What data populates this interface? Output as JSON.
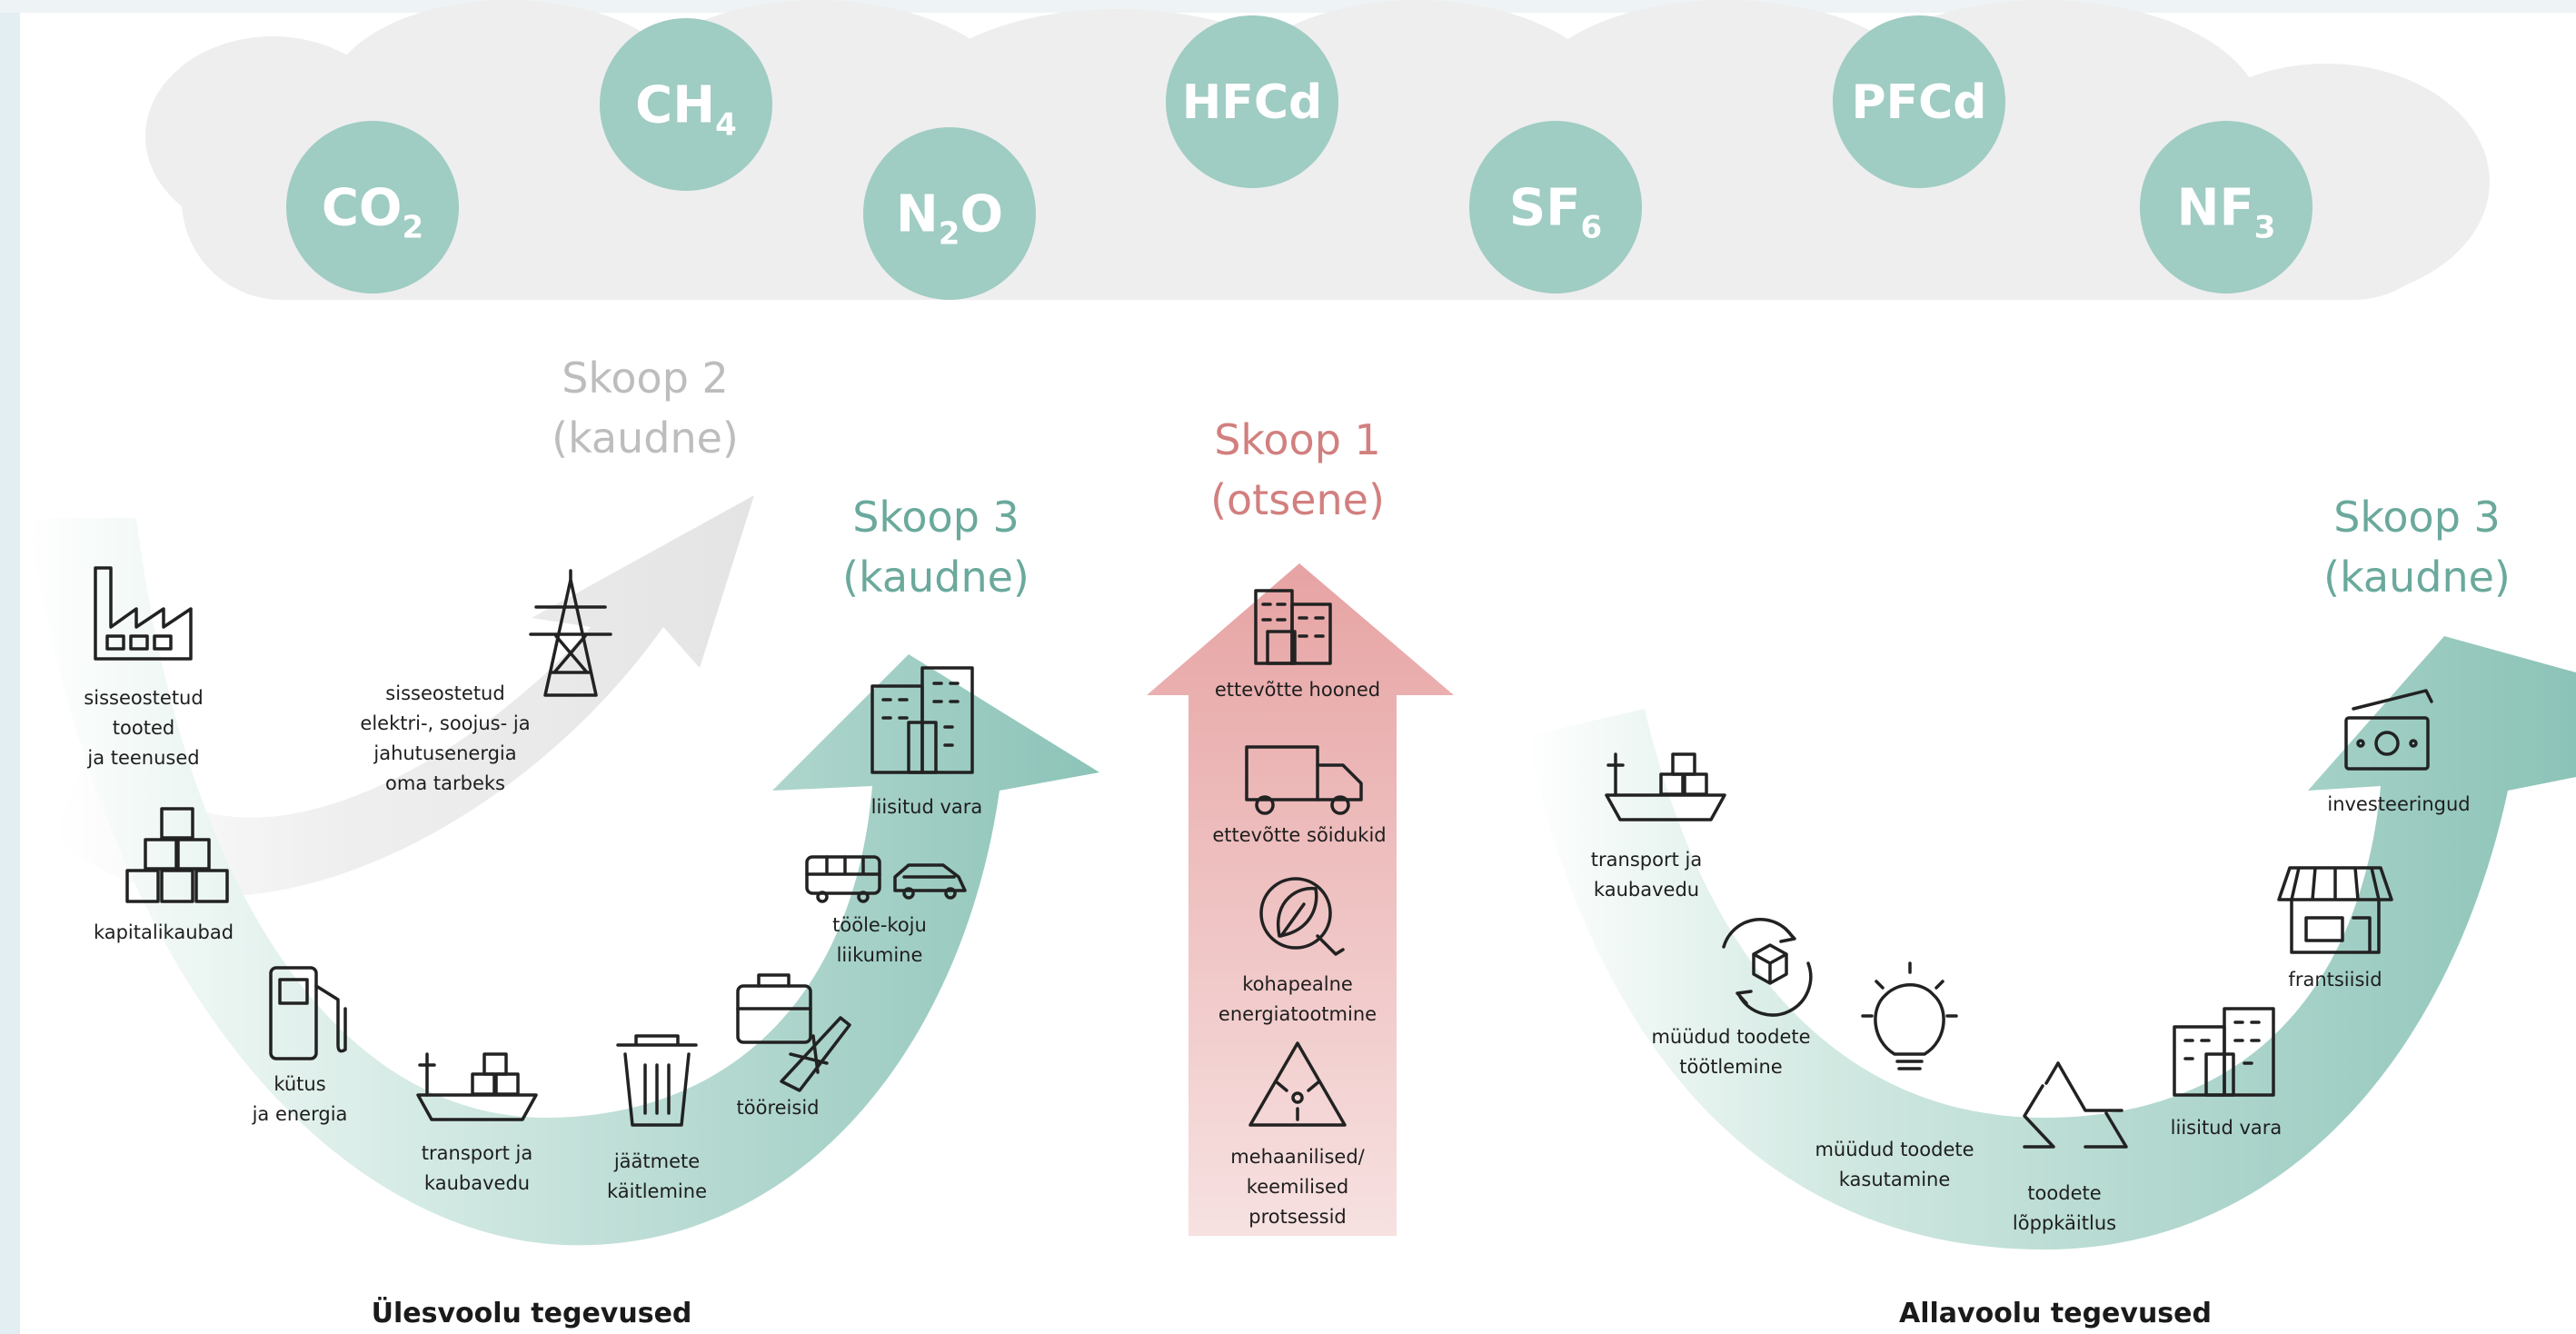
{
  "gases": [
    {
      "base": "CO",
      "sub": "2"
    },
    {
      "base": "CH",
      "sub": "4"
    },
    {
      "base": "N",
      "sub": "2",
      "tail": "O"
    },
    {
      "base": "HFCd",
      "sub": ""
    },
    {
      "base": "SF",
      "sub": "6"
    },
    {
      "base": "PFCd",
      "sub": ""
    },
    {
      "base": "NF",
      "sub": "3"
    }
  ],
  "scope2": {
    "title": "Skoop 2",
    "sub": "(kaudne)"
  },
  "scope1": {
    "title": "Skoop 1",
    "sub": "(otsene)"
  },
  "scope3_up": {
    "title": "Skoop 3",
    "sub": "(kaudne)"
  },
  "scope3_down": {
    "title": "Skoop 3",
    "sub": "(kaudne)"
  },
  "upstream": {
    "footer": "Ülesvoolu tegevused",
    "purchased_goods": [
      "sisseostetud",
      "tooted",
      "ja teenused"
    ],
    "purchased_energy": [
      "sisseostetud",
      "elektri-, soojus- ja",
      "jahutusenergia",
      "oma tarbeks"
    ],
    "capital_goods": [
      "kapitalikaubad"
    ],
    "fuel": [
      "kütus",
      "ja energia"
    ],
    "transport": [
      "transport ja",
      "kaubavedu"
    ],
    "waste": [
      "jäätmete",
      "käitlemine"
    ],
    "business_travel": [
      "tööreisid"
    ],
    "commuting": [
      "tööle-koju",
      "liikumine"
    ],
    "leased_assets": [
      "liisitud vara"
    ]
  },
  "direct": {
    "buildings": [
      "ettevõtte hooned"
    ],
    "vehicles": [
      "ettevõtte sõidukid"
    ],
    "onsite_energy": [
      "kohapealne",
      "energiatootmine"
    ],
    "processes": [
      "mehaanilised/",
      "keemilised",
      "protsessid"
    ]
  },
  "downstream": {
    "footer": "Allavoolu tegevused",
    "transport": [
      "transport ja",
      "kaubavedu"
    ],
    "processing": [
      "müüdud toodete",
      "töötlemine"
    ],
    "use": [
      "müüdud toodete",
      "kasutamine"
    ],
    "end_of_life": [
      "toodete",
      "lõppkäitlus"
    ],
    "leased_assets": [
      "liisitud vara"
    ],
    "franchises": [
      "frantsiisid"
    ],
    "investments": [
      "investeeringud"
    ]
  },
  "colors": {
    "teal": "#8cc3b8",
    "gas_circle": "#9fccc3",
    "scope1_text": "#d27f7f",
    "scope1_arrow": "#e9a8a8",
    "scope2_text": "#bdbdbd",
    "scope3_text": "#6aa99c"
  }
}
